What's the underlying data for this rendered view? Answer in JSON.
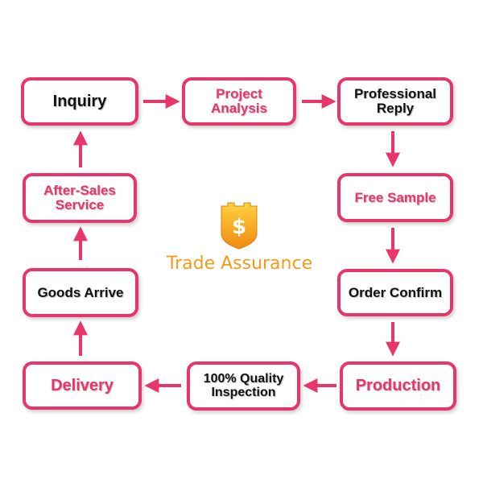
{
  "colors": {
    "accent": "#e8356a",
    "brand_orange": "#f39b1a",
    "text_dark": "#111111"
  },
  "steps": [
    {
      "id": "inquiry",
      "label": "Inquiry",
      "text_color": "dark"
    },
    {
      "id": "project-analysis",
      "label": "Project\nAnalysis",
      "text_color": "pink"
    },
    {
      "id": "professional-reply",
      "label": "Professional\nReply",
      "text_color": "dark"
    },
    {
      "id": "free-sample",
      "label": "Free Sample",
      "text_color": "pink"
    },
    {
      "id": "order-confirm",
      "label": "Order Confirm",
      "text_color": "dark"
    },
    {
      "id": "production",
      "label": "Production",
      "text_color": "pink"
    },
    {
      "id": "quality-inspection",
      "label": "100% Quality\nInspection",
      "text_color": "dark"
    },
    {
      "id": "delivery",
      "label": "Delivery",
      "text_color": "pink"
    },
    {
      "id": "goods-arrive",
      "label": "Goods Arrive",
      "text_color": "dark"
    },
    {
      "id": "after-sales-service",
      "label": "After-Sales\nService",
      "text_color": "pink"
    }
  ],
  "brand": {
    "text": "Trade Assurance",
    "icon": "dollar-shield-icon",
    "icon_glyph": "$"
  }
}
